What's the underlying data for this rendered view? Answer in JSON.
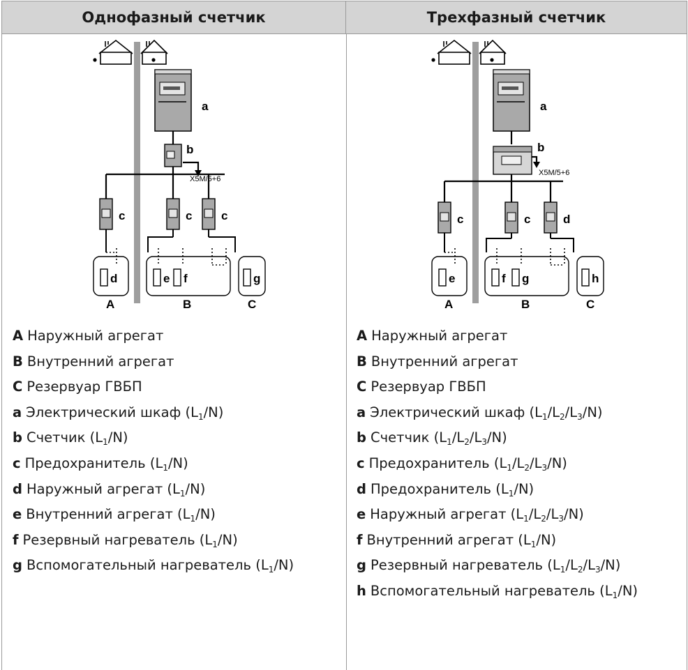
{
  "headers": {
    "single": "Однофазный счетчик",
    "three": "Трехфазный счетчик"
  },
  "single_diagram": {
    "labels": {
      "a": "a",
      "b": "b",
      "x5m": "X5M/5+6",
      "c1": "c",
      "c2": "c",
      "c3": "c",
      "d": "d",
      "e": "e",
      "f": "f",
      "g": "g",
      "A": "A",
      "B": "B",
      "C": "C"
    }
  },
  "three_diagram": {
    "labels": {
      "a": "a",
      "b": "b",
      "x5m": "X5M/5+6",
      "c1": "c",
      "c2": "c",
      "c3": "d",
      "d": "e",
      "e": "f",
      "f": "g",
      "g": "h",
      "A": "A",
      "B": "B",
      "C": "C"
    }
  },
  "single_legend": [
    {
      "key": "A",
      "text": "Наружный агрегат",
      "phase": []
    },
    {
      "key": "B",
      "text": "Внутренний агрегат",
      "phase": []
    },
    {
      "key": "C",
      "text": "Резервуар ГВБП",
      "phase": []
    },
    {
      "key": "a",
      "text": "Электрический шкаф",
      "phase": [
        "1"
      ]
    },
    {
      "key": "b",
      "text": "Счетчик",
      "phase": [
        "1"
      ]
    },
    {
      "key": "c",
      "text": "Предохранитель",
      "phase": [
        "1"
      ]
    },
    {
      "key": "d",
      "text": "Наружный агрегат",
      "phase": [
        "1"
      ]
    },
    {
      "key": "e",
      "text": "Внутренний агрегат",
      "phase": [
        "1"
      ]
    },
    {
      "key": "f",
      "text": "Резервный нагреватель",
      "phase": [
        "1"
      ]
    },
    {
      "key": "g",
      "text": "Вспомогательный нагреватель",
      "phase": [
        "1"
      ]
    }
  ],
  "three_legend": [
    {
      "key": "A",
      "text": "Наружный агрегат",
      "phase": []
    },
    {
      "key": "B",
      "text": "Внутренний агрегат",
      "phase": []
    },
    {
      "key": "C",
      "text": "Резервуар ГВБП",
      "phase": []
    },
    {
      "key": "a",
      "text": "Электрический шкаф",
      "phase": [
        "1",
        "2",
        "3"
      ]
    },
    {
      "key": "b",
      "text": "Счетчик",
      "phase": [
        "1",
        "2",
        "3"
      ]
    },
    {
      "key": "c",
      "text": "Предохранитель",
      "phase": [
        "1",
        "2",
        "3"
      ]
    },
    {
      "key": "d",
      "text": "Предохранитель",
      "phase": [
        "1"
      ]
    },
    {
      "key": "e",
      "text": "Наружный агрегат",
      "phase": [
        "1",
        "2",
        "3"
      ]
    },
    {
      "key": "f",
      "text": "Внутренний агрегат",
      "phase": [
        "1"
      ]
    },
    {
      "key": "g",
      "text": "Резервный нагреватель",
      "phase": [
        "1",
        "2",
        "3"
      ]
    },
    {
      "key": "h",
      "text": "Вспомогательный нагреватель",
      "phase": [
        "1"
      ]
    }
  ]
}
